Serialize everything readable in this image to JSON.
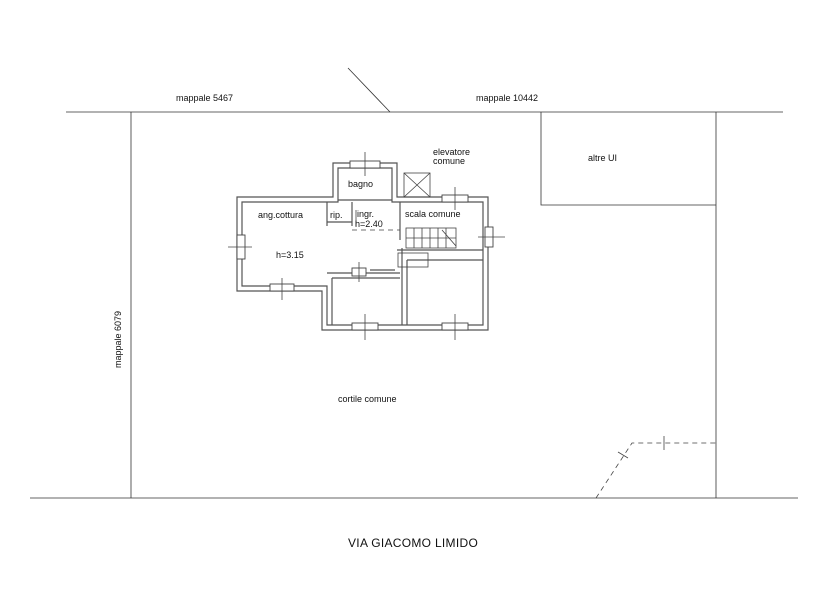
{
  "labels": {
    "mappale_top_left": "mappale 5467",
    "mappale_top_right": "mappale 10442",
    "mappale_left": "mappale 6079",
    "elevator_line1": "elevatore",
    "elevator_line2": "comune",
    "other_units": "altre UI",
    "bathroom": "bagno",
    "kitchenette": "ang.cottura",
    "storage": "rip.",
    "entrance": "ingr.",
    "common_stairs": "scala comune",
    "height_entrance": "h=2.40",
    "height_main": "h=3.15",
    "courtyard": "cortile comune",
    "street": "VIA GIACOMO LIMIDO"
  }
}
